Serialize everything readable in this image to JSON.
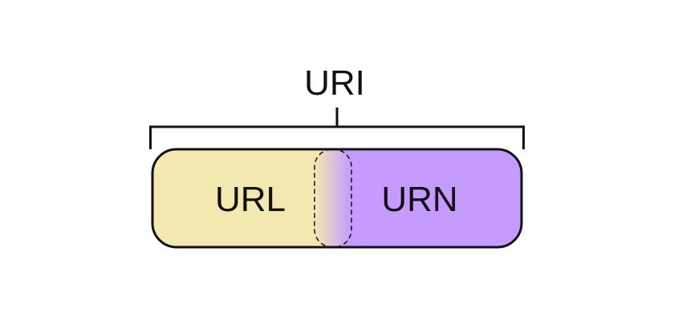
{
  "diagram": {
    "top_label": "URI",
    "left_label": "URL",
    "right_label": "URN"
  },
  "colors": {
    "left_fill": "#F3E9B0",
    "right_fill": "#C59BFF",
    "stroke": "#111111",
    "background": "#FFFFFF"
  }
}
